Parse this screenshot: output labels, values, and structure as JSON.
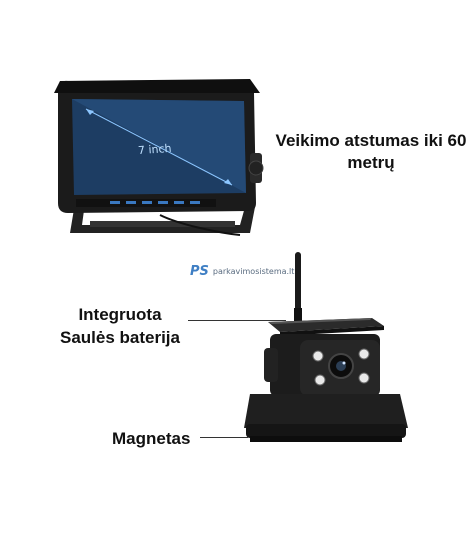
{
  "monitor": {
    "size_label": "7 inch"
  },
  "labels": {
    "range_line1": "Veikimo atstumas iki 60",
    "range_line2": "metrų",
    "solar_line1": "Integruota",
    "solar_line2": "Saulės baterija",
    "magnet": "Magnetas"
  },
  "watermark": {
    "logo": "PS",
    "text": "parkavimosistema.lt"
  },
  "colors": {
    "device_body": "#1b1b1b",
    "screen": "#1d3d63",
    "accent_blue": "#3f7fc4",
    "text": "#111111"
  }
}
